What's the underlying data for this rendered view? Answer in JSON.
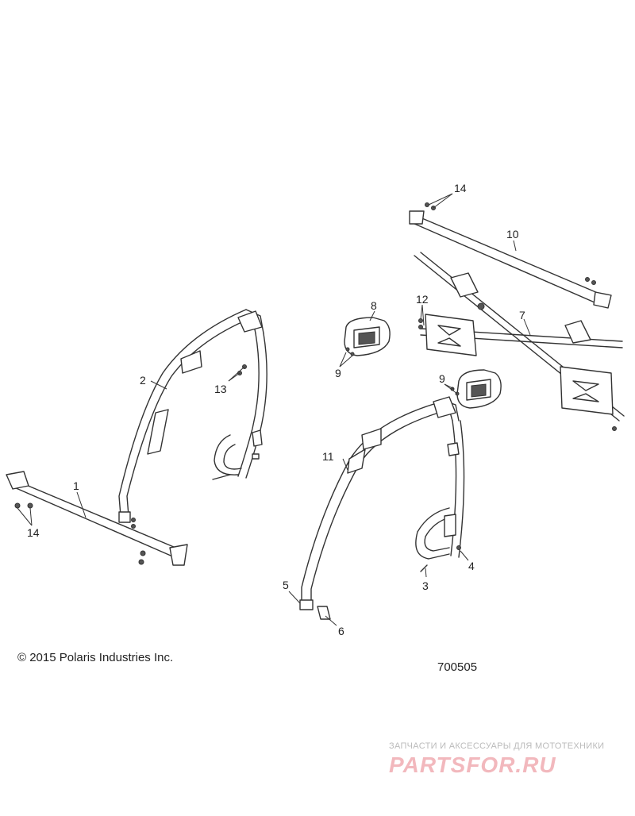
{
  "diagram": {
    "callouts": {
      "c1": "1",
      "c2": "2",
      "c3": "3",
      "c4": "4",
      "c5": "5",
      "c6": "6",
      "c7": "7",
      "c8": "8",
      "c9a": "9",
      "c9b": "9",
      "c10": "10",
      "c11": "11",
      "c12": "12",
      "c13": "13",
      "c14a": "14",
      "c14b": "14"
    }
  },
  "footer": {
    "copyright": "© 2015 Polaris Industries Inc.",
    "diagram_id": "700505"
  },
  "watermark": {
    "caption": "ЗАПЧАСТИ И АКСЕССУАРЫ ДЛЯ МОТОТЕХНИКИ",
    "logo": "PARTSFOR.RU",
    "logo_color": "#f2b8bd"
  }
}
